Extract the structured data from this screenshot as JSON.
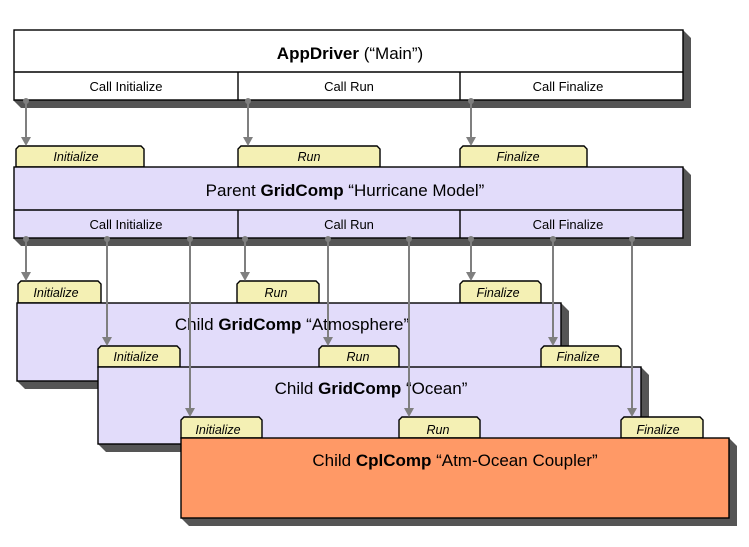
{
  "colors": {
    "appdriver_fill": "#ffffff",
    "gridcomp_fill": "#e2dcfa",
    "cplcomp_fill": "#ff9966",
    "tab_fill": "#f4f0b4",
    "arrow": "#7f7f7f",
    "shadow": "#555555"
  },
  "appdriver": {
    "name_bold": "AppDriver",
    "name_rest": " (“Main”)",
    "calls": [
      "Call Initialize",
      "Call Run",
      "Call Finalize"
    ]
  },
  "parent": {
    "prefix": "Parent ",
    "type_bold": "GridComp",
    "suffix": " “Hurricane Model”",
    "tabs": [
      "Initialize",
      "Run",
      "Finalize"
    ],
    "calls": [
      "Call Initialize",
      "Call Run",
      "Call Finalize"
    ]
  },
  "atmosphere": {
    "prefix": "Child ",
    "type_bold": "GridComp",
    "suffix": " “Atmosphere”",
    "tabs": [
      "Initialize",
      "Run",
      "Finalize"
    ]
  },
  "ocean": {
    "prefix": "Child ",
    "type_bold": "GridComp",
    "suffix": " “Ocean”",
    "tabs": [
      "Initialize",
      "Run",
      "Finalize"
    ]
  },
  "coupler": {
    "prefix": "Child ",
    "type_bold": "CplComp",
    "suffix": " “Atm-Ocean Coupler”",
    "tabs": [
      "Initialize",
      "Run",
      "Finalize"
    ]
  }
}
